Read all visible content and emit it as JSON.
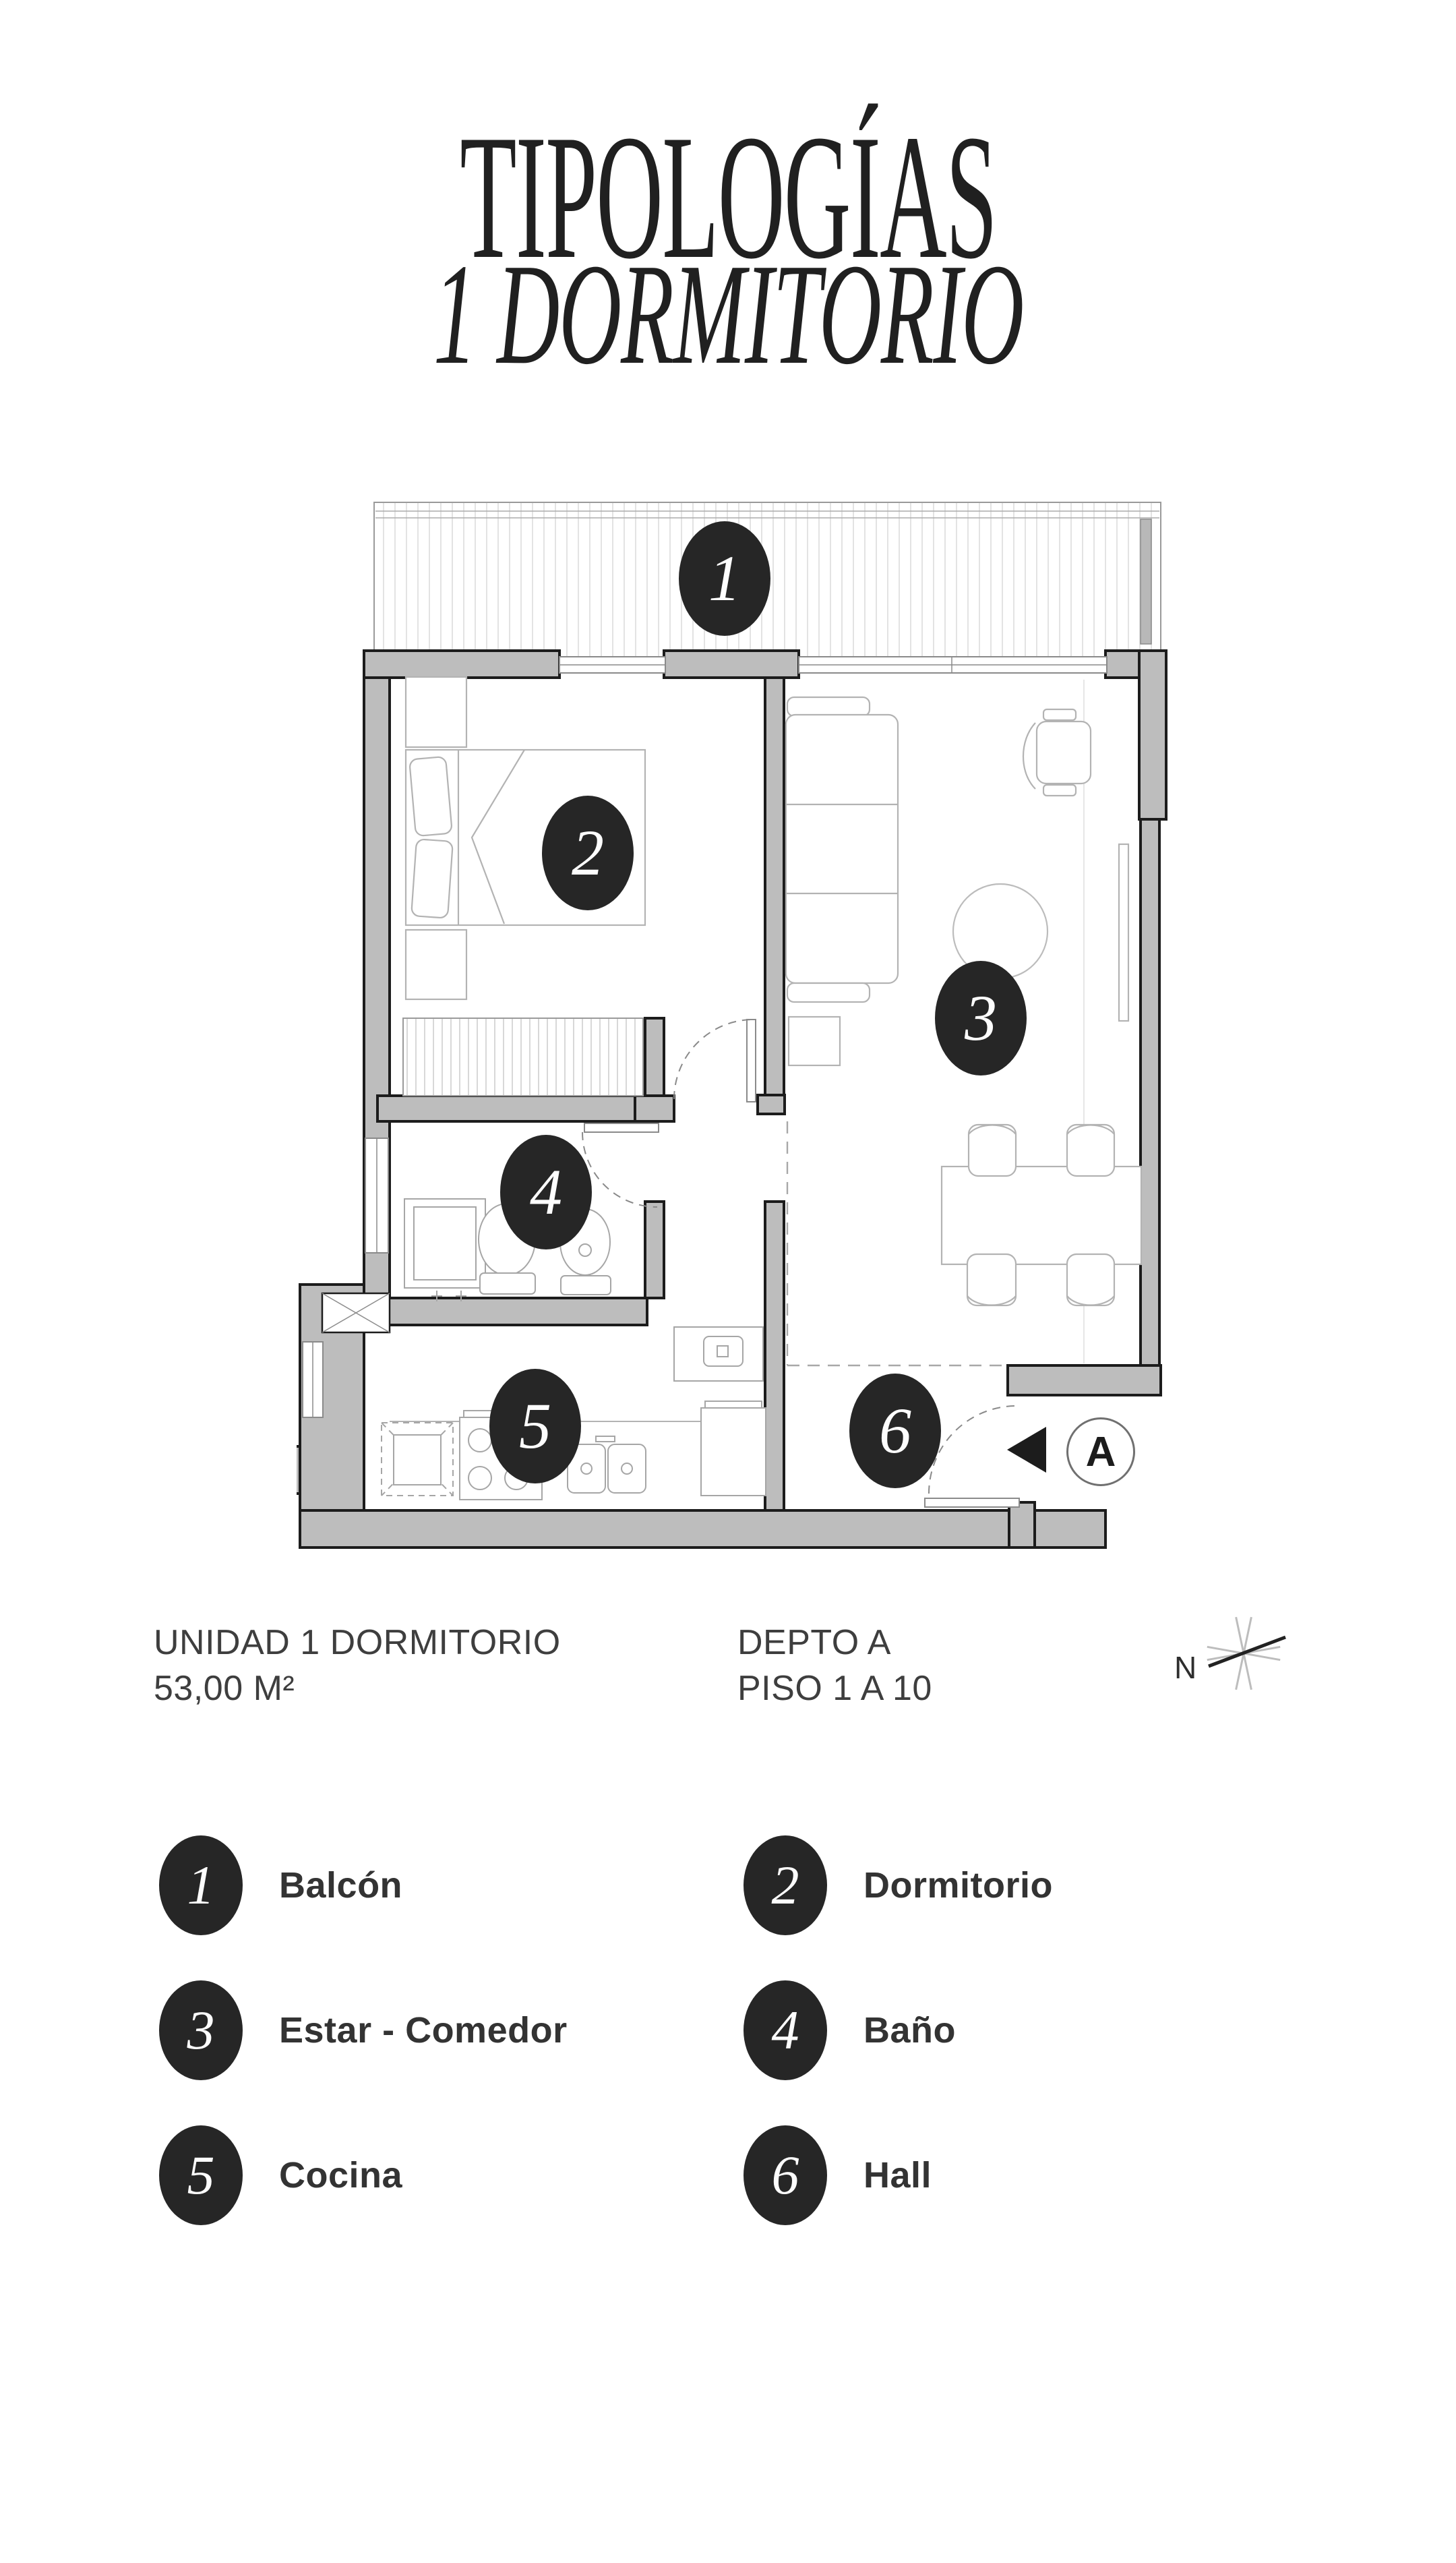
{
  "colors": {
    "ink": "#262626",
    "wall_fill": "#bdbdbd",
    "wall_edge": "#1c1c1c",
    "text": "#3e3e3e"
  },
  "title": {
    "line1": "TIPOLOGÍAS",
    "line2": "1 DORMITORIO"
  },
  "unit_info": {
    "name": "UNIDAD 1 DORMITORIO",
    "area": "53,00 M²",
    "unit": "DEPTO A",
    "floors": "PISO 1 A 10"
  },
  "compass": {
    "north_label": "N"
  },
  "plan": {
    "entry_label": "A",
    "markers": [
      {
        "number": "1"
      },
      {
        "number": "2"
      },
      {
        "number": "3"
      },
      {
        "number": "4"
      },
      {
        "number": "5"
      },
      {
        "number": "6"
      }
    ]
  },
  "legend": {
    "items": [
      {
        "number": "1",
        "label": "Balcón"
      },
      {
        "number": "2",
        "label": "Dormitorio"
      },
      {
        "number": "3",
        "label": "Estar - Comedor"
      },
      {
        "number": "4",
        "label": "Baño"
      },
      {
        "number": "5",
        "label": "Cocina"
      },
      {
        "number": "6",
        "label": "Hall"
      }
    ]
  }
}
